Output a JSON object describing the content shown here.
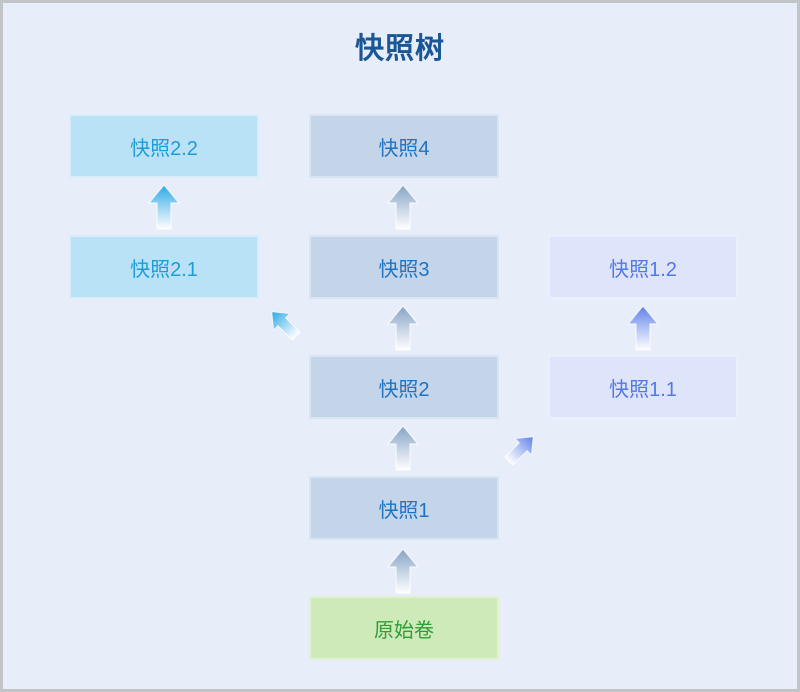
{
  "title": "快照树",
  "nodes": {
    "snapshot_2_2": {
      "label": "快照2.2"
    },
    "snapshot_2_1": {
      "label": "快照2.1"
    },
    "snapshot_4": {
      "label": "快照4"
    },
    "snapshot_3": {
      "label": "快照3"
    },
    "snapshot_2": {
      "label": "快照2"
    },
    "snapshot_1": {
      "label": "快照1"
    },
    "snapshot_1_2": {
      "label": "快照1.2"
    },
    "snapshot_1_1": {
      "label": "快照1.1"
    },
    "origin_volume": {
      "label": "原始卷"
    }
  },
  "connections": [
    {
      "from": "原始卷",
      "to": "快照1",
      "icon": "up-arrow-icon"
    },
    {
      "from": "快照1",
      "to": "快照2",
      "icon": "up-arrow-icon"
    },
    {
      "from": "快照2",
      "to": "快照3",
      "icon": "up-arrow-icon"
    },
    {
      "from": "快照3",
      "to": "快照4",
      "icon": "up-arrow-icon"
    },
    {
      "from": "快照2",
      "to": "快照2.1",
      "icon": "up-left-arrow-icon"
    },
    {
      "from": "快照2.1",
      "to": "快照2.2",
      "icon": "up-arrow-icon"
    },
    {
      "from": "快照1",
      "to": "快照1.1",
      "icon": "up-right-arrow-icon"
    },
    {
      "from": "快照1.1",
      "to": "快照1.2",
      "icon": "up-arrow-icon"
    }
  ],
  "colors": {
    "background": "#e8eef9",
    "frame_border": "#c2c5c8",
    "title_text": "#1a5796",
    "center_box_fill": "#c4d5ea",
    "center_box_text": "#2073c0",
    "left_box_fill": "#b9e2f6",
    "left_box_text": "#1e9cd8",
    "right_box_fill": "#dee5fb",
    "right_box_text": "#5477e7",
    "origin_box_fill": "#cfeab9",
    "origin_box_text": "#2f9d38",
    "steel_arrow": "#84a2c5",
    "cyan_arrow": "#2aa7e6",
    "periwinkle_arrow": "#5c80ea"
  }
}
